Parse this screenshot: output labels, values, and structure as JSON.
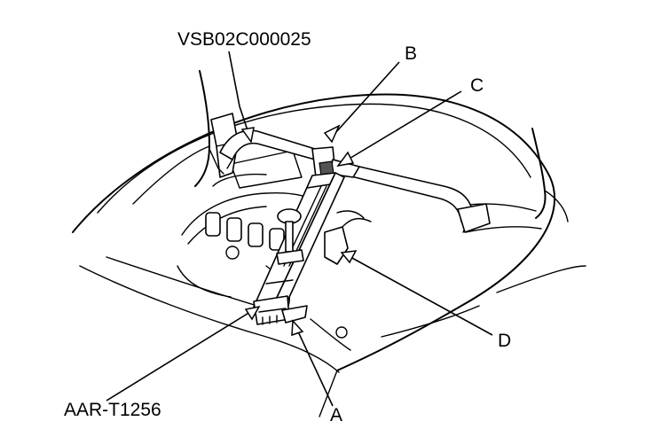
{
  "callouts": {
    "tool_bar": "VSB02C000025",
    "support_tool": "AAR-T1256",
    "a": "A",
    "b": "B",
    "c": "C",
    "d": "D"
  }
}
